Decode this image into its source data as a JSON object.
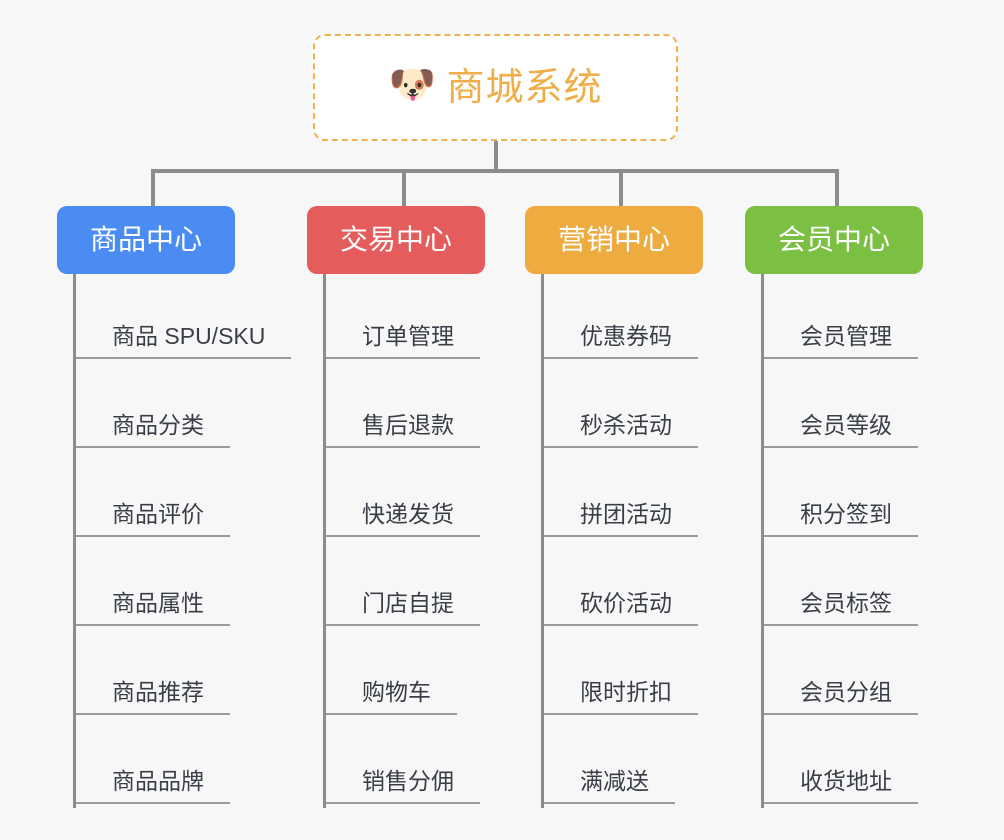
{
  "background_color": "#f7f7f7",
  "root": {
    "icon": "dog-face-icon",
    "icon_glyph": "🐶",
    "title": "商城系统",
    "border_color": "#efb152",
    "text_color": "#f0ae4a"
  },
  "categories": [
    {
      "label": "商品中心",
      "color": "#4a8cf2",
      "color_name": "blue",
      "items": [
        "商品 SPU/SKU",
        "商品分类",
        "商品评价",
        "商品属性",
        "商品推荐",
        "商品品牌"
      ]
    },
    {
      "label": "交易中心",
      "color": "#e55c5c",
      "color_name": "red",
      "items": [
        "订单管理",
        "售后退款",
        "快递发货",
        "门店自提",
        "购物车",
        "销售分佣"
      ]
    },
    {
      "label": "营销中心",
      "color": "#eeab40",
      "color_name": "orange",
      "items": [
        "优惠券码",
        "秒杀活动",
        "拼团活动",
        "砍价活动",
        "限时折扣",
        "满减送"
      ]
    },
    {
      "label": "会员中心",
      "color": "#7bc043",
      "color_name": "green",
      "items": [
        "会员管理",
        "会员等级",
        "积分签到",
        "会员标签",
        "会员分组",
        "收货地址"
      ]
    }
  ]
}
